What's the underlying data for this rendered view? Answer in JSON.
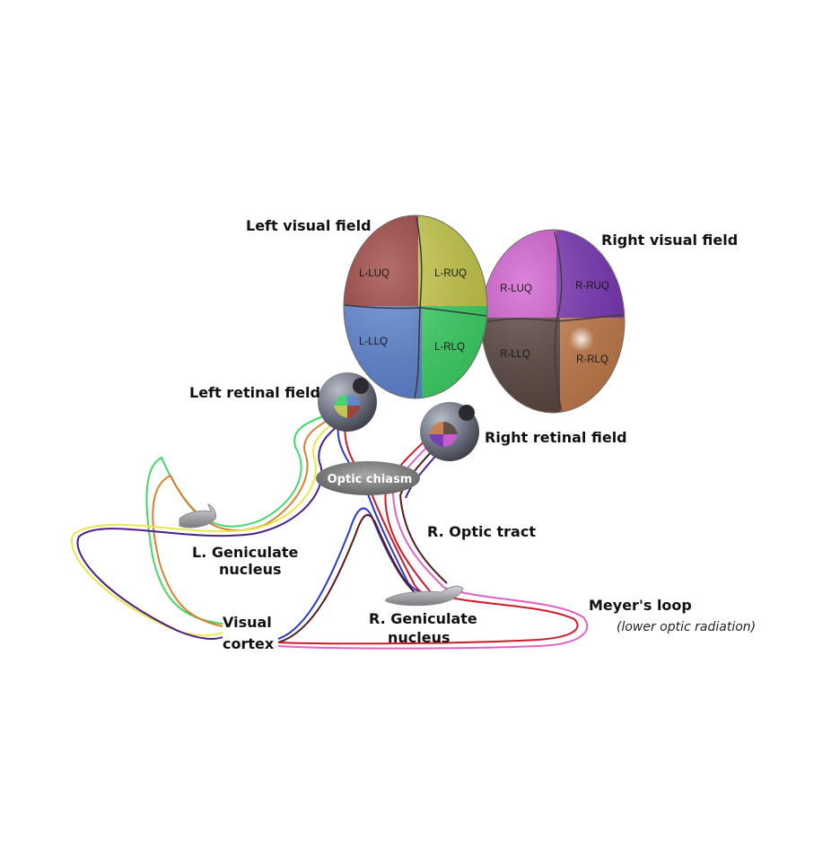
{
  "labels": {
    "left_visual_field": "Left visual field",
    "right_visual_field": "Right visual field",
    "left_retinal_field": "Left retinal field",
    "right_retinal_field": "Right retinal field",
    "optic_chiasm": "Optic chiasm",
    "r_optic_tract": "R. Optic tract",
    "l_geniculate_line1": "L. Geniculate",
    "l_geniculate_line2": "nucleus",
    "r_geniculate_line1": "R. Geniculate",
    "r_geniculate_line2": "nucleus",
    "visual_cortex_line1": "Visual",
    "visual_cortex_line2": "cortex",
    "meyers_loop": "Meyer's loop",
    "meyers_loop_sub": "(lower optic radiation)"
  },
  "left_field_quadrants": {
    "luq": {
      "label": "L-LUQ",
      "color": "#9b3f3c"
    },
    "ruq": {
      "label": "L-RUQ",
      "color": "#c9cc4a"
    },
    "llq": {
      "label": "L-LLQ",
      "color": "#5f87d6"
    },
    "rlq": {
      "label": "L-RLQ",
      "color": "#3fd96a"
    }
  },
  "right_field_quadrants": {
    "luq": {
      "label": "R-LUQ",
      "color": "#d05ad0"
    },
    "ruq": {
      "label": "R-RUQ",
      "color": "#7a36b8"
    },
    "llq": {
      "label": "R-LLQ",
      "color": "#5a4640"
    },
    "rlq": {
      "label": "R-RLQ",
      "color": "#c8804e"
    }
  },
  "pathway_colors": {
    "yellow": "#e8e84a",
    "green": "#3fd96a",
    "orange": "#d8802e",
    "purple": "#4a1e8c",
    "blue": "#2a3acc",
    "red": "#cc1a2a",
    "maroon": "#5a1a1a",
    "pink": "#e060c8"
  }
}
